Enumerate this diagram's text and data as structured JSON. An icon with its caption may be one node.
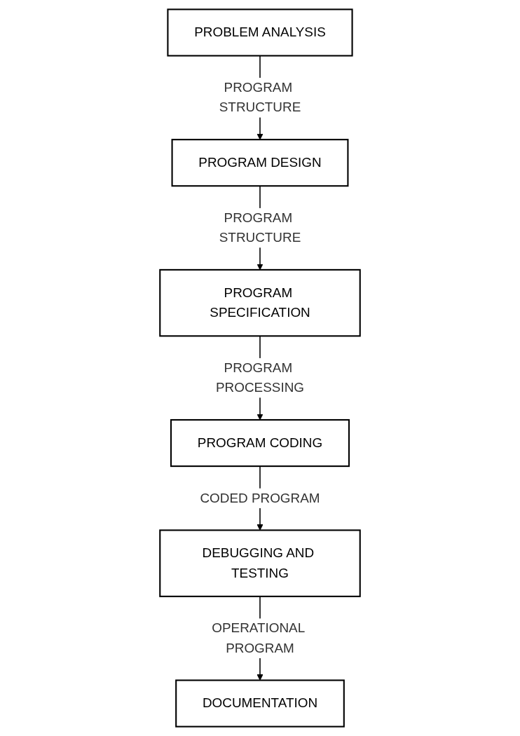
{
  "diagram": {
    "nodes": [
      {
        "text": [
          "PROBLEM ANALYSIS"
        ]
      },
      {
        "text": [
          "PROGRAM DESIGN"
        ]
      },
      {
        "text": [
          "PROGRAM SPECIFICATION"
        ]
      },
      {
        "text": [
          "PROGRAM CODING"
        ]
      },
      {
        "text": [
          "DEBUGGING AND TESTING"
        ]
      },
      {
        "text": [
          "DOCUMENTATION"
        ]
      }
    ],
    "edges": [
      {
        "from": 0,
        "to": 1,
        "arrow": "to",
        "label": "PROGRAM STRUCTURE"
      },
      {
        "from": 1,
        "to": 2,
        "arrow": "to",
        "label": "PROGRAM STRUCTURE"
      },
      {
        "from": 2,
        "to": 3,
        "arrow": "to",
        "label": "PROGRAM PROCESSING"
      },
      {
        "from": 3,
        "to": 4,
        "arrow": "to",
        "label": "CODED PROGRAM"
      },
      {
        "from": 4,
        "to": 5,
        "arrow": "to",
        "label": "OPERATIONAL PROGRAM"
      }
    ]
  }
}
